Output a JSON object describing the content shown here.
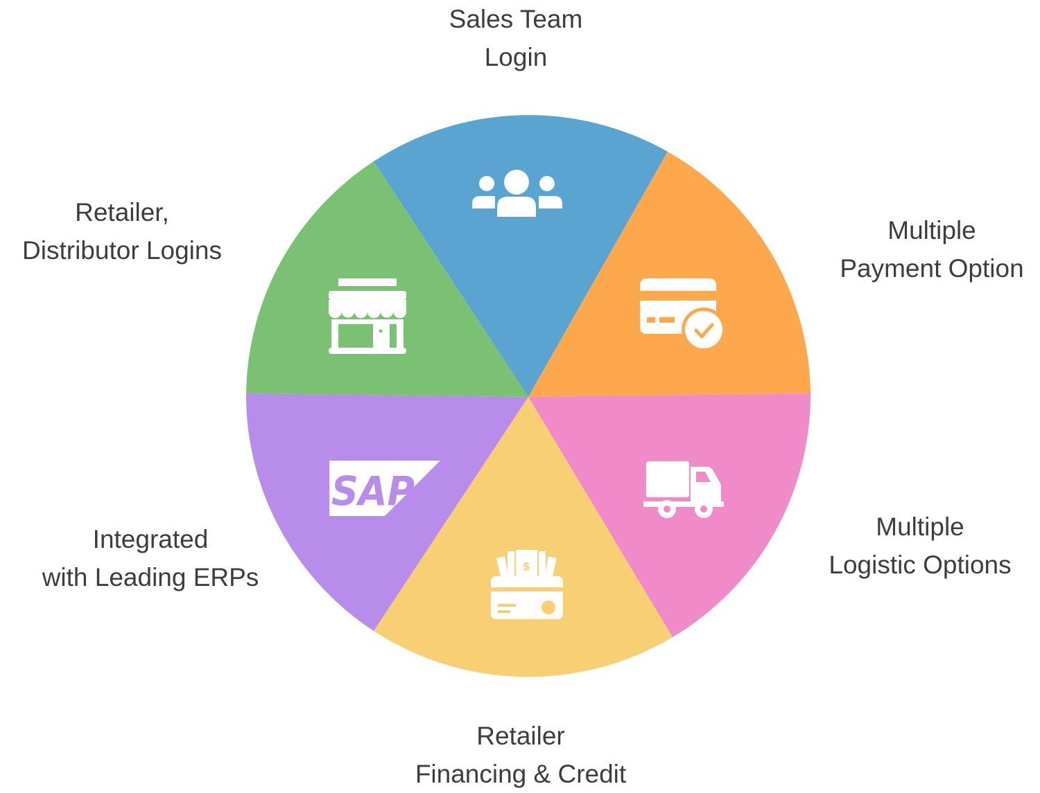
{
  "segments": [
    {
      "key": "sales-team",
      "label_line1": "Sales Team",
      "label_line2": "Login",
      "color": "#59a4d0",
      "icon": "users-group-icon"
    },
    {
      "key": "payment",
      "label_line1": "Multiple",
      "label_line2": "Payment Option",
      "color": "#fea84e",
      "icon": "credit-card-check-icon"
    },
    {
      "key": "logistics",
      "label_line1": "Multiple",
      "label_line2": "Logistic Options",
      "color": "#f08ac8",
      "icon": "delivery-truck-icon"
    },
    {
      "key": "financing",
      "label_line1": "Retailer",
      "label_line2": "Financing & Credit",
      "color": "#f9cf73",
      "icon": "wallet-cash-icon"
    },
    {
      "key": "erp",
      "label_line1": "Integrated",
      "label_line2": "with Leading ERPs",
      "color": "#b78cea",
      "icon": "sap-logo-icon",
      "logo_text": "SAP"
    },
    {
      "key": "retailer-logins",
      "label_line1": "Retailer,",
      "label_line2": "Distributor Logins",
      "color": "#7bc174",
      "icon": "storefront-icon"
    }
  ]
}
